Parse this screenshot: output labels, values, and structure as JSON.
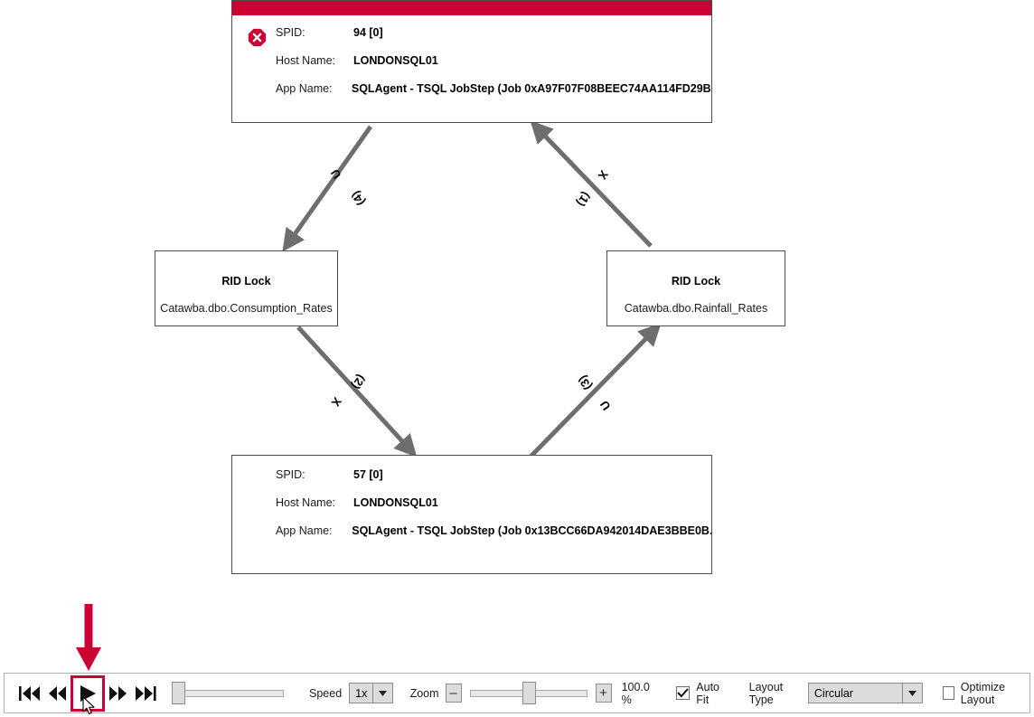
{
  "diagram": {
    "type": "deadlock-graph",
    "nodes": [
      {
        "id": "spid-94",
        "kind": "session",
        "status_icon": "error-stop-icon",
        "rows": [
          {
            "label": "SPID:",
            "value": "94 [0]"
          },
          {
            "label": "Host Name:",
            "value": "LONDONSQL01"
          },
          {
            "label": "App Name:",
            "value": "SQLAgent - TSQL JobStep (Job 0xA97F07F08BEEC74AA114FD29B..."
          }
        ]
      },
      {
        "id": "spid-57",
        "kind": "session",
        "status_icon": null,
        "rows": [
          {
            "label": "SPID:",
            "value": "57 [0]"
          },
          {
            "label": "Host Name:",
            "value": "LONDONSQL01"
          },
          {
            "label": "App Name:",
            "value": "SQLAgent - TSQL JobStep (Job 0x13BCC66DA942014DAE3BBE0B..."
          }
        ]
      },
      {
        "id": "rid-lock-consumption",
        "kind": "resource",
        "title": "RID Lock",
        "subtitle": "Catawba.dbo.Consumption_Rates"
      },
      {
        "id": "rid-lock-rainfall",
        "kind": "resource",
        "title": "RID Lock",
        "subtitle": "Catawba.dbo.Rainfall_Rates"
      }
    ],
    "edges": [
      {
        "from": "spid-94",
        "to": "rid-lock-consumption",
        "mode": "U",
        "order": "(4)"
      },
      {
        "from": "rid-lock-consumption",
        "to": "spid-57",
        "mode": "X",
        "order": "(2)"
      },
      {
        "from": "spid-57",
        "to": "rid-lock-rainfall",
        "mode": "U",
        "order": "(3)"
      },
      {
        "from": "rid-lock-rainfall",
        "to": "spid-94",
        "mode": "X",
        "order": "(1)"
      }
    ],
    "colors": {
      "header_red": "#cc0033",
      "edge_gray": "#6e6e6e",
      "node_border": "#4d4d4d",
      "annotation_red": "#cc0033"
    }
  },
  "toolbar": {
    "transport": [
      {
        "name": "skip-to-start",
        "label": "Skip to start",
        "selected": false
      },
      {
        "name": "step-back",
        "label": "Step back",
        "selected": false
      },
      {
        "name": "play",
        "label": "Play",
        "selected": true
      },
      {
        "name": "step-forward",
        "label": "Step forward",
        "selected": false
      },
      {
        "name": "skip-to-end",
        "label": "Skip to end",
        "selected": false
      }
    ],
    "timeline": {
      "value": 0,
      "min": 0,
      "max": 100
    },
    "speed": {
      "label": "Speed",
      "value": "1x",
      "options": [
        "1x"
      ]
    },
    "zoom": {
      "label": "Zoom",
      "minus_label": "–",
      "plus_label": "+",
      "value": 50,
      "percent": "100.0 %"
    },
    "auto_fit": {
      "label": "Auto Fit",
      "checked": true,
      "check_glyph": "✓"
    },
    "layout_type": {
      "label": "Layout Type",
      "value": "Circular",
      "options": [
        "Circular"
      ]
    },
    "optimize_layout": {
      "label": "Optimize Layout",
      "checked": false
    }
  }
}
